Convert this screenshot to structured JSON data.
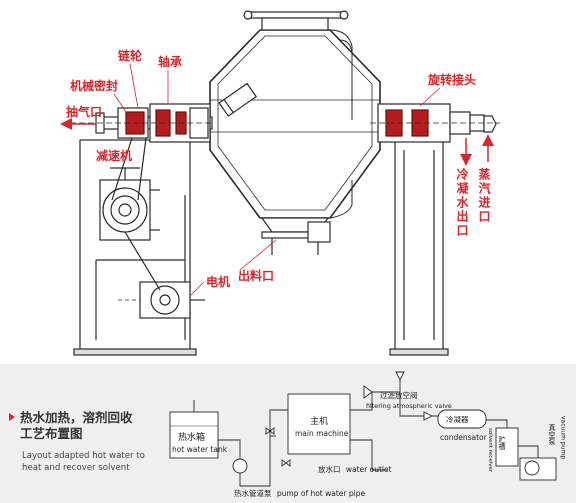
{
  "machine_labels": {
    "sprocket": "链轮",
    "bearing": "轴承",
    "mechanical_seal": "机械密封",
    "air_outlet": "抽气口",
    "rotary_joint": "旋转接头",
    "reducer": "减速机",
    "cooling_water_outlet": "冷凝水出口",
    "steam_inlet": "蒸汽进口",
    "discharge_port": "出料口",
    "motor": "电机"
  },
  "process_panel": {
    "title_line1": "热水加热，溶剂回收",
    "title_line2": "工艺布置图",
    "subtitle_line1": "Layout adapted hot water to",
    "subtitle_line2": "heat and recover solvent",
    "hot_water_tank_cn": "热水箱",
    "hot_water_tank_en": "hot water tank",
    "main_machine_cn": "主机",
    "main_machine_en": "main machine",
    "filter_cn": "过滤放空阀",
    "filter_en": "filtering atmospheric valve",
    "condenser_cn": "冷凝器",
    "condenser_en": "condensator",
    "receiver_cn": "贮槽",
    "receiver_en": "solvent receiver",
    "vacuum_pump_cn": "真空泵",
    "vacuum_pump_en": "vacuum pump",
    "pump_cn": "热水管道泵",
    "pump_en": "pump of hot water pipe",
    "outlet_cn": "放水口",
    "outlet_en": "water outlet"
  },
  "colors": {
    "label_red": "#d8262d",
    "line": "#2a2a2a",
    "panel_bg": "#efefef",
    "seal_red": "#b51d1d"
  }
}
